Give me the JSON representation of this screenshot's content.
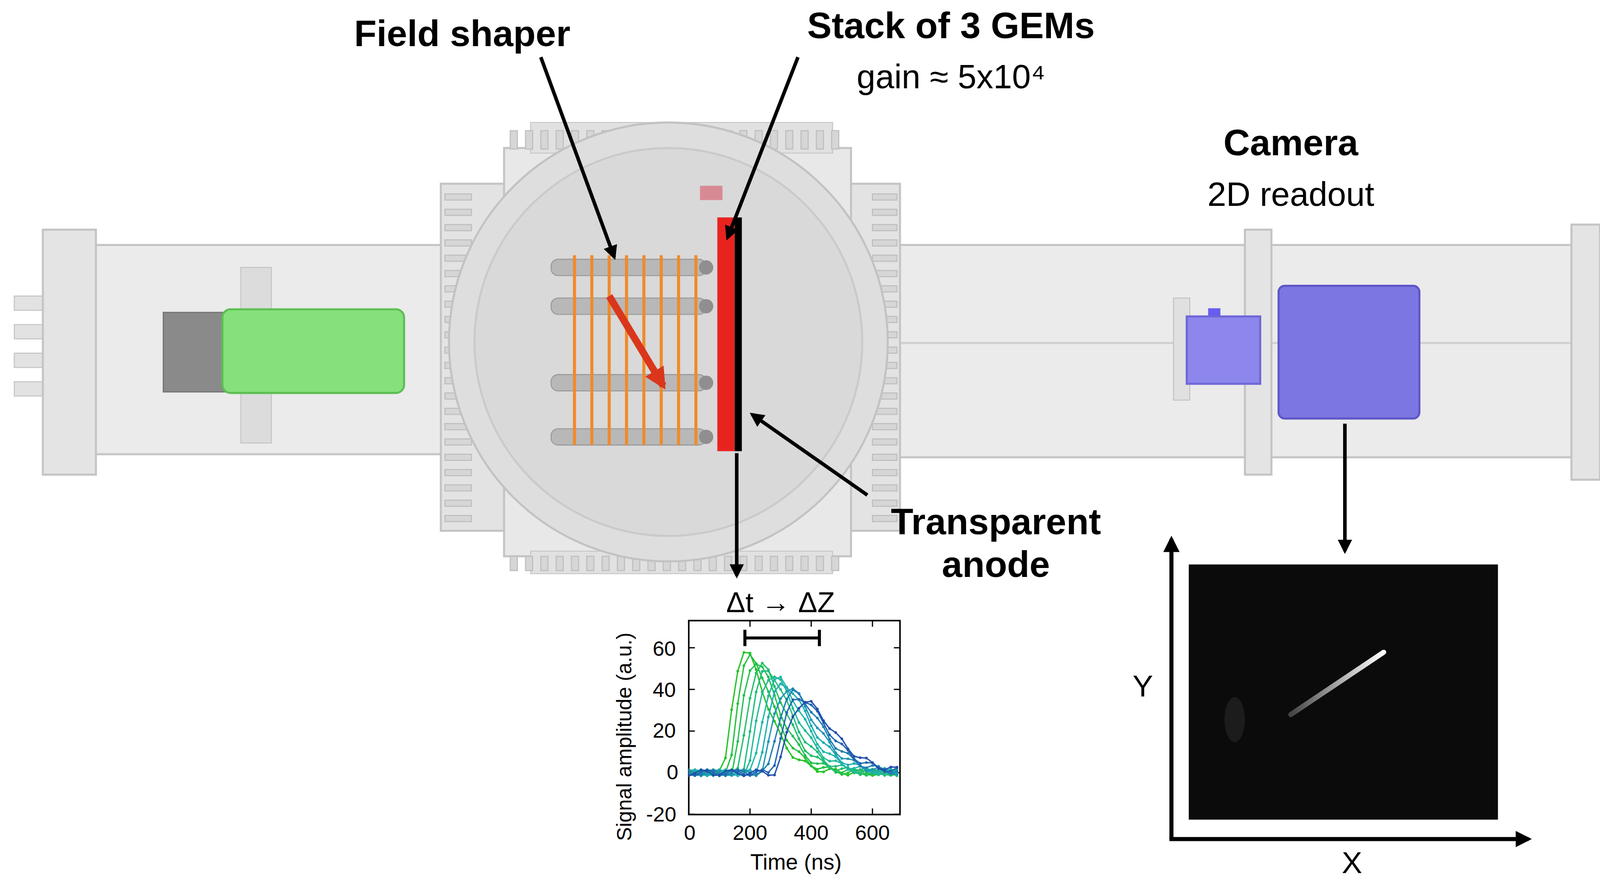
{
  "diagram": {
    "labels": [
      "Field shaper",
      "Stack of 3 GEMs",
      "gain ≈ 5x10⁴",
      "Camera",
      "2D readout",
      "Transparent anode",
      "Δt → ΔZ",
      "60",
      "40",
      "20",
      "0",
      "-20",
      "0",
      "200",
      "400",
      "600",
      "Signal amplitude (a.u.)",
      "Time (ns)",
      "Y",
      "X"
    ]
  }
}
